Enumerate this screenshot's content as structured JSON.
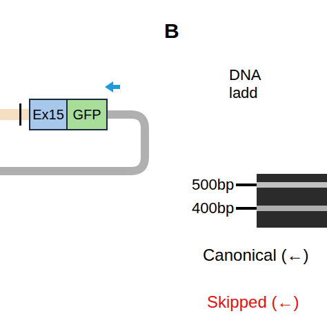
{
  "diagram": {
    "nodes": [
      {
        "text": [
          "Ex15"
        ]
      },
      {
        "text": [
          "GFP"
        ]
      }
    ],
    "labels": [
      "B",
      "DNA",
      "ladd",
      "500bp",
      "400bp",
      "Canonical (←)",
      "Skipped (←)"
    ]
  }
}
